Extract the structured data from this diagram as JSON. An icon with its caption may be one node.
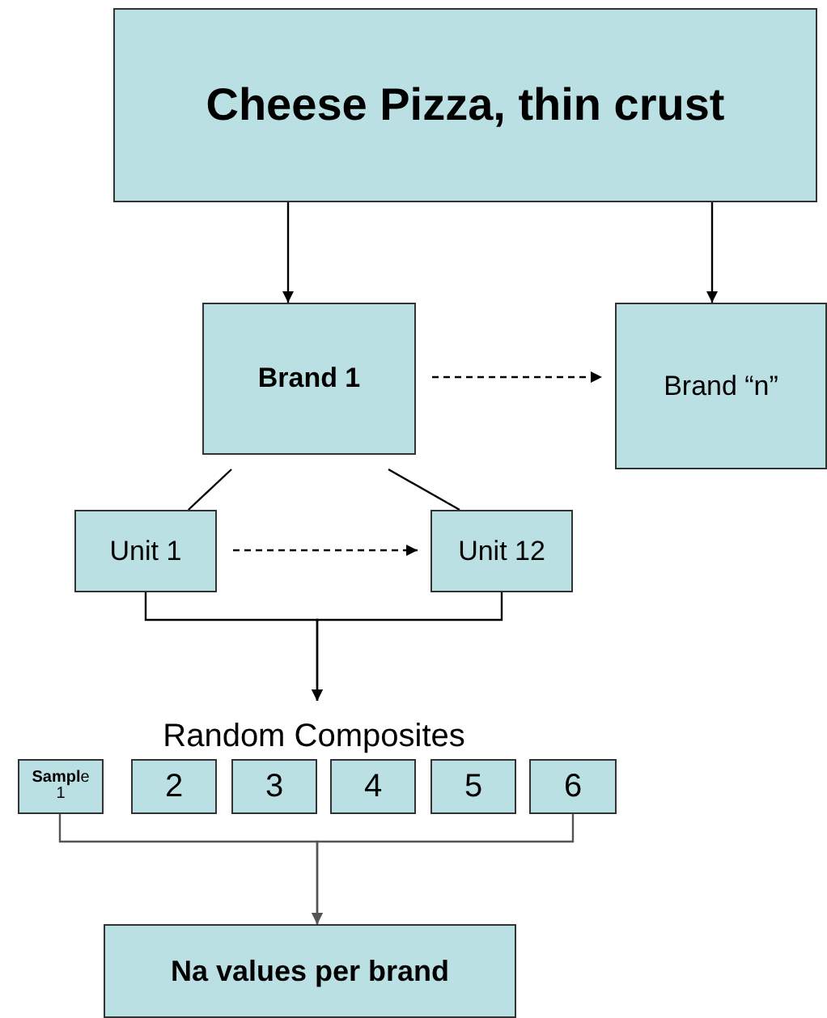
{
  "diagram": {
    "nodes": [
      {
        "text": [
          "Cheese Pizza, thin crust"
        ]
      },
      {
        "text": [
          "Brand 1"
        ]
      },
      {
        "text": [
          "Brand “n”"
        ]
      },
      {
        "text": [
          "Unit 1"
        ]
      },
      {
        "text": [
          "Unit 12"
        ]
      },
      {
        "text": [
          "Random Composites"
        ]
      },
      {
        "text": [
          "**Sampl**e 1"
        ]
      },
      {
        "text": [
          "2"
        ]
      },
      {
        "text": [
          "3"
        ]
      },
      {
        "text": [
          "4"
        ]
      },
      {
        "text": [
          "5"
        ]
      },
      {
        "text": [
          "6"
        ]
      },
      {
        "text": [
          "Na values per brand"
        ]
      }
    ],
    "edges": [
      {
        "from": 0,
        "to": 1,
        "arrow": "to"
      },
      {
        "from": 0,
        "to": 2,
        "arrow": "to"
      },
      {
        "from": 1,
        "to": 2,
        "arrow": "to",
        "style": "dashed"
      },
      {
        "from": 1,
        "to": 3,
        "arrow": "none"
      },
      {
        "from": 1,
        "to": 4,
        "arrow": "none"
      },
      {
        "from": 3,
        "to": 4,
        "arrow": "to",
        "style": "dashed"
      },
      {
        "from": 3,
        "to": 5,
        "arrow": "to"
      },
      {
        "from": 4,
        "to": 5,
        "arrow": "to"
      },
      {
        "from": 6,
        "to": 12,
        "arrow": "to"
      },
      {
        "from": 11,
        "to": 12,
        "arrow": "to"
      }
    ]
  }
}
